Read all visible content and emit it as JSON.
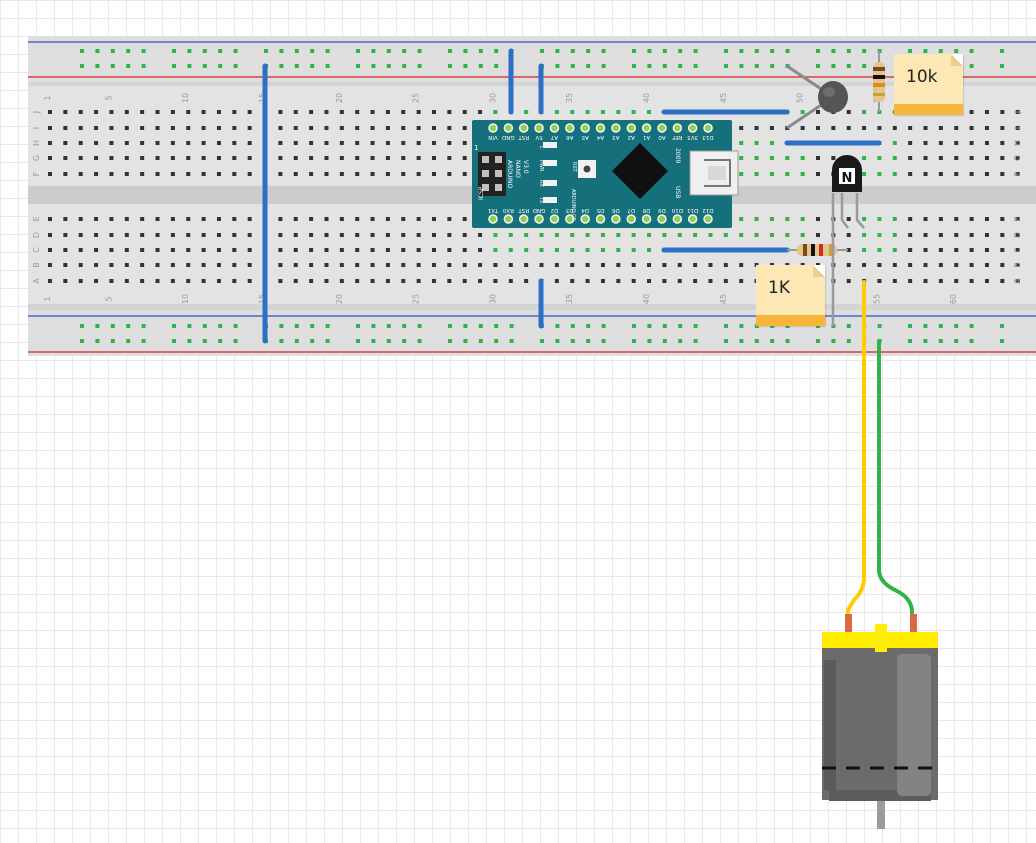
{
  "breadboard": {
    "column_numbers": [
      "1",
      "5",
      "10",
      "15",
      "20",
      "25",
      "30",
      "35",
      "40",
      "45",
      "50",
      "55",
      "60"
    ],
    "row_letters_top": [
      "J",
      "I",
      "H",
      "G",
      "F"
    ],
    "row_letters_bottom": [
      "E",
      "D",
      "C",
      "B",
      "A"
    ]
  },
  "arduino": {
    "board_text": [
      "ARDUINO",
      "NANO",
      "V3.0"
    ],
    "site_text": "ARDUINO.CC",
    "top_pins": [
      "D12",
      "D11",
      "D10",
      "D9",
      "D8",
      "D7",
      "D6",
      "D5",
      "D4",
      "D3",
      "D2",
      "GND",
      "RST",
      "RX0",
      "TX1"
    ],
    "bottom_pins": [
      "D13",
      "3V3",
      "REF",
      "A0",
      "A1",
      "A2",
      "A3",
      "A4",
      "A5",
      "A6",
      "A7",
      "5V",
      "RST",
      "GND",
      "VIN"
    ],
    "led_labels": [
      "L",
      "PWR",
      "RX",
      "TX"
    ],
    "rst_label": "RST",
    "icsp_label": "ICSP",
    "icsp_pin1": "1",
    "usb_label": "USB",
    "model_label": "2009"
  },
  "transistor": {
    "marking": "N"
  },
  "notes": {
    "resistor_10k": "10k",
    "resistor_1k": "1K"
  },
  "colors": {
    "wire_blue": "#2c6fc7",
    "wire_yellow": "#ffcc00",
    "wire_green": "#2fb34a",
    "board_teal": "#16707c",
    "note_bg": "#fde7b4",
    "note_band": "#f5b63a",
    "motor_body": "#6b6b6b",
    "motor_cap": "#ffee00",
    "rail_red": "#d94040",
    "rail_blue": "#4f63c6",
    "hole_green": "#2fb34a"
  }
}
